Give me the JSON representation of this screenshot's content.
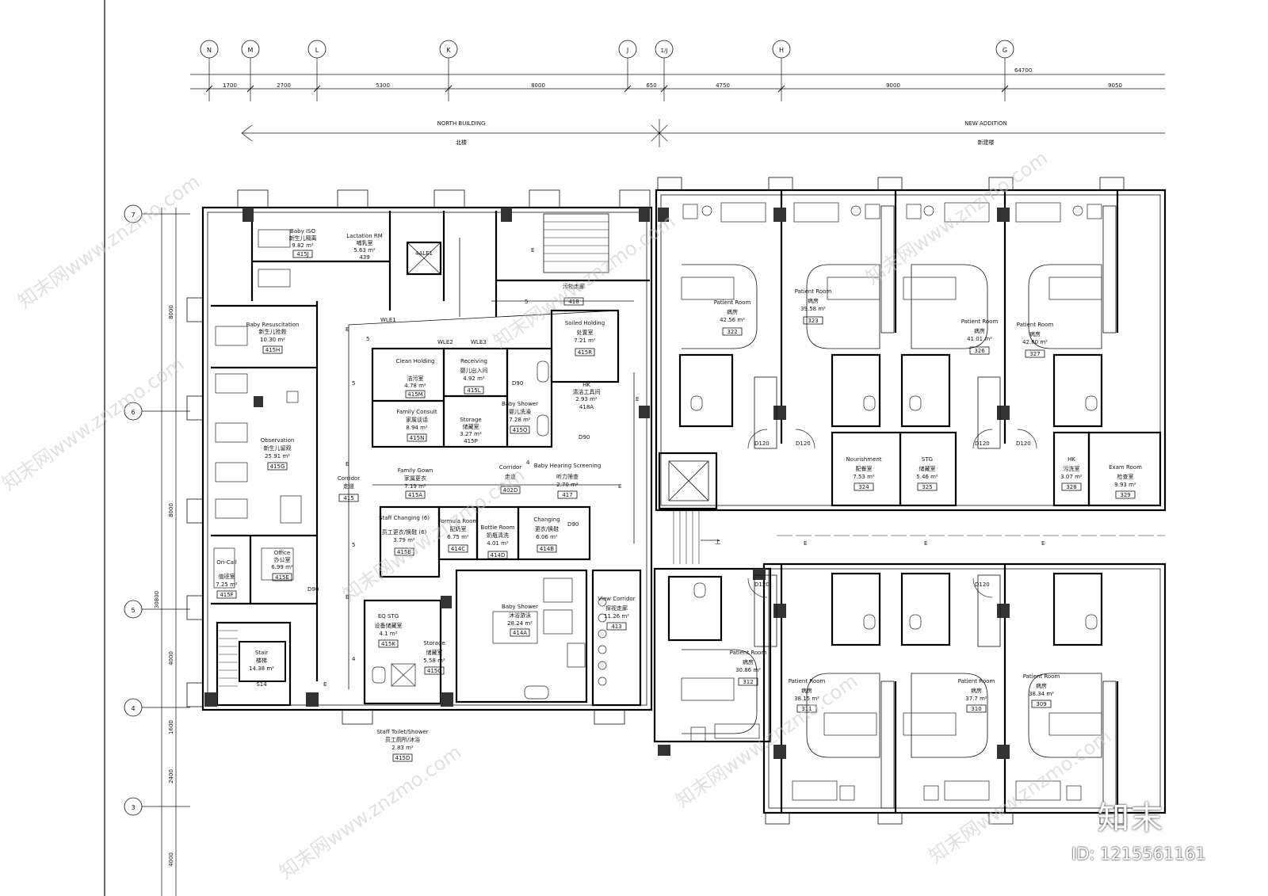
{
  "grid": {
    "columns": [
      "N",
      "M",
      "L",
      "K",
      "J",
      "1/J",
      "H",
      "G"
    ],
    "rows": [
      "7",
      "6",
      "5",
      "4",
      "3"
    ]
  },
  "dimensions": {
    "top": [
      "1700",
      "2700",
      "5300",
      "8000",
      "650",
      "4750",
      "9000",
      "9050"
    ],
    "overall": "64700",
    "left": [
      "8000",
      "8000",
      "4000",
      "1600",
      "2400",
      "4000"
    ],
    "left_total": "30800"
  },
  "buildings": {
    "north_en": "NORTH BUILDING",
    "north_cn": "北楼",
    "new_en": "NEW ADDITION",
    "new_cn": "新建楼"
  },
  "rooms": [
    {
      "en": "Baby ISO",
      "cn": "新生儿隔离",
      "area": "9.82 m²",
      "no": "415J"
    },
    {
      "en": "Lactation RM",
      "cn": "哺乳室",
      "area": "5.63 m²",
      "no": "439"
    },
    {
      "en": "Baby Resuscitation",
      "cn": "新生儿抢救",
      "area": "10.30 m²",
      "no": "415H"
    },
    {
      "en": "Observation",
      "cn": "新生儿留观",
      "area": "25.91 m²",
      "no": "415G"
    },
    {
      "en": "Office",
      "cn": "办公室",
      "area": "6.99 m²",
      "no": "415E"
    },
    {
      "en": "On-Call",
      "cn": "值班室",
      "area": "7.25 m²",
      "no": "415F"
    },
    {
      "en": "Stair",
      "cn": "楼梯",
      "area": "14.38 m²",
      "no": "S14"
    },
    {
      "en": "Clean Holding",
      "cn": "洁污室",
      "area": "4.78 m²",
      "no": "415M"
    },
    {
      "en": "Receiving",
      "cn": "婴儿出入间",
      "area": "4.92 m²",
      "no": "415L"
    },
    {
      "en": "Family Consult",
      "cn": "家属谈话",
      "area": "8.94 m²",
      "no": "415N"
    },
    {
      "en": "Storage",
      "cn": "储藏室",
      "area": "3.27 m²",
      "no": "415P"
    },
    {
      "en": "Baby Shower",
      "cn": "婴儿洗澡",
      "area": "7.28 m²",
      "no": "415Q"
    },
    {
      "en": "Soiled Holding",
      "cn": "处置室",
      "area": "7.21 m²",
      "no": "415R"
    },
    {
      "en": "",
      "cn": "污物走廊",
      "area": "",
      "no": "418"
    },
    {
      "en": "HK",
      "cn": "清洁工具间",
      "area": "2.93 m²",
      "no": "418A"
    },
    {
      "en": "Family Gown",
      "cn": "家属更衣",
      "area": "7.19 m²",
      "no": "415A"
    },
    {
      "en": "Corridor",
      "cn": "走道",
      "area": "",
      "no": "415"
    },
    {
      "en": "Corridor",
      "cn": "走道",
      "area": "",
      "no": "402D"
    },
    {
      "en": "Baby Hearing Screening",
      "cn": "听力筛查",
      "area": "2.70 m²",
      "no": "417"
    },
    {
      "en": "Staff Changing (6)",
      "cn": "员工更衣/换鞋 (6)",
      "area": "3.79 m²",
      "no": "415B"
    },
    {
      "en": "Formula Room",
      "cn": "配奶室",
      "area": "6.75 m²",
      "no": "414C"
    },
    {
      "en": "Bottle Room",
      "cn": "奶瓶清洗",
      "area": "4.01 m²",
      "no": "414D"
    },
    {
      "en": "Changing",
      "cn": "更衣/换鞋",
      "area": "6.06 m²",
      "no": "414B"
    },
    {
      "en": "EQ STG",
      "cn": "设备储藏室",
      "area": "4.1 m²",
      "no": "415K"
    },
    {
      "en": "Storage",
      "cn": "储藏室",
      "area": "5.58 m²",
      "no": "415C"
    },
    {
      "en": "Baby Shower",
      "cn": "沐浴游泳",
      "area": "28.24 m²",
      "no": "414A"
    },
    {
      "en": "View Corridor",
      "cn": "探视走廊",
      "area": "11.26 m²",
      "no": "413"
    },
    {
      "en": "Staff Toilet/Shower",
      "cn": "员工厕所/沐浴",
      "area": "2.83 m²",
      "no": "415D"
    },
    {
      "en": "Patient Room",
      "cn": "病房",
      "area": "42.56 m²",
      "no": "322"
    },
    {
      "en": "Patient Room",
      "cn": "病房",
      "area": "39.58 m²",
      "no": "323"
    },
    {
      "en": "Patient Room",
      "cn": "病房",
      "area": "41.01 m²",
      "no": "326"
    },
    {
      "en": "Patient Room",
      "cn": "病房",
      "area": "42.60 m²",
      "no": "327"
    },
    {
      "en": "Nourishment",
      "cn": "配餐室",
      "area": "7.53 m²",
      "no": "324"
    },
    {
      "en": "STG",
      "cn": "储藏室",
      "area": "5.46 m²",
      "no": "325"
    },
    {
      "en": "HK",
      "cn": "污洗室",
      "area": "3.07 m²",
      "no": "328"
    },
    {
      "en": "Exam Room",
      "cn": "检查室",
      "area": "9.93 m²",
      "no": "329"
    },
    {
      "en": "Patient Room",
      "cn": "病房",
      "area": "30.86 m²",
      "no": "312"
    },
    {
      "en": "Patient Room",
      "cn": "病房",
      "area": "38.15 m²",
      "no": "311"
    },
    {
      "en": "Patient Room",
      "cn": "病房",
      "area": "37.7 m²",
      "no": "310"
    },
    {
      "en": "Patient Room",
      "cn": "病房",
      "area": "38.34 m²",
      "no": "309"
    }
  ],
  "labels": {
    "wle1": "WLE1",
    "wle2": "WLE2",
    "wle3": "WLE3",
    "elev": "4ALE1",
    "door_d90": "D90",
    "door_d120": "D120",
    "exhaust": "E",
    "num5": "5",
    "num4": "4",
    "up": "上"
  },
  "watermark": {
    "text": "知末网www.znzmo.com",
    "brand": "知末",
    "id": "ID: 1215561161"
  }
}
